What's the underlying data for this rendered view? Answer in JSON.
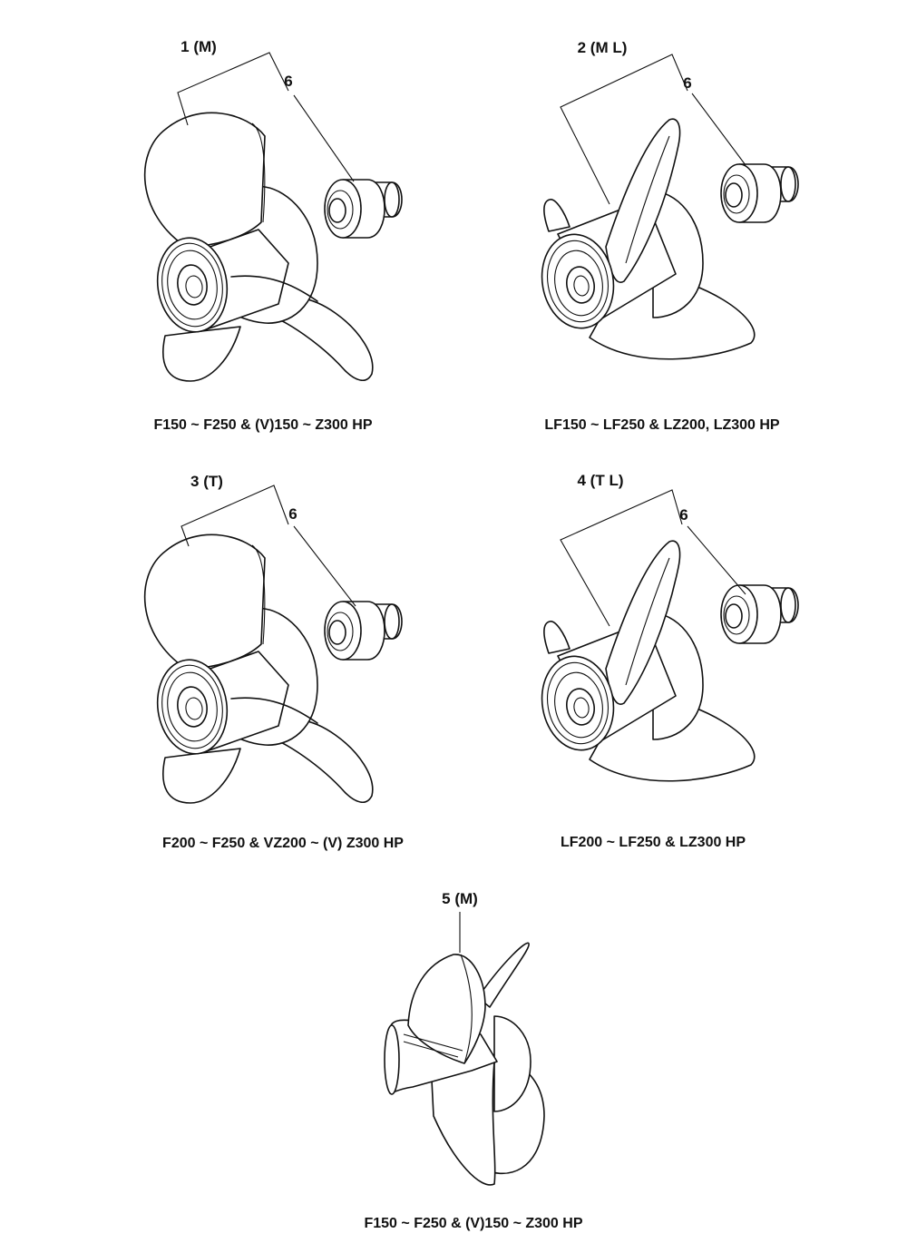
{
  "figures": [
    {
      "callout": "1 (M)",
      "spacer_callout": "6",
      "caption": "F150 ~ F250 & (V)150 ~ Z300 HP"
    },
    {
      "callout": "2 (M L)",
      "spacer_callout": "6",
      "caption": "LF150 ~ LF250 & LZ200, LZ300 HP"
    },
    {
      "callout": "3 (T)",
      "spacer_callout": "6",
      "caption": "F200 ~ F250 & VZ200 ~ (V) Z300 HP"
    },
    {
      "callout": "4 (T L)",
      "spacer_callout": "6",
      "caption": "LF200 ~ LF250 & LZ300 HP"
    },
    {
      "callout": "5 (M)",
      "caption": "F150 ~ F250 & (V)150 ~ Z300 HP"
    }
  ],
  "icons": [
    "propeller-icon",
    "spacer-bushing-icon"
  ]
}
